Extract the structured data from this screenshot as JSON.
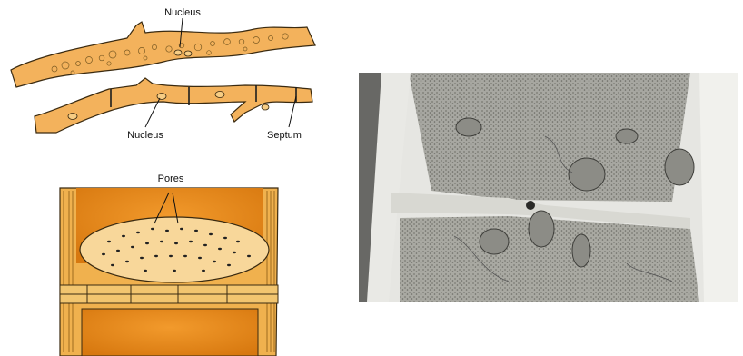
{
  "labels": {
    "nucleus_top": "Nucleus",
    "nucleus_bottom": "Nucleus",
    "septum": "Septum",
    "pores": "Pores"
  },
  "colors": {
    "hypha_fill": "#f3b25c",
    "hypha_outline": "#3a2a10",
    "septum_cell": "#e98a1e",
    "septum_wall": "#f0b14e",
    "pore_plate": "#f8d79a",
    "micrograph_bg": "#e6e6e2"
  },
  "icons": {
    "micrograph": "electron-micrograph-image",
    "septum_illustration": "septum-pore-illustration"
  }
}
